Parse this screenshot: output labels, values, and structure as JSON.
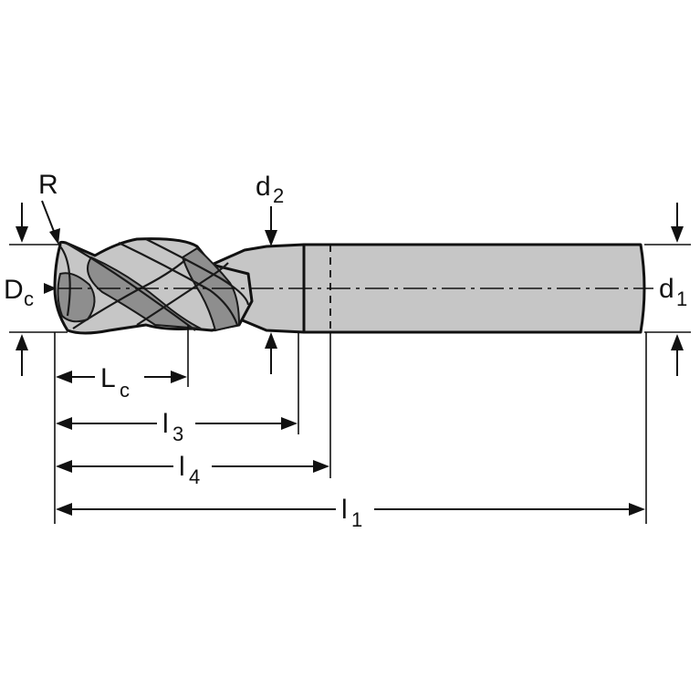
{
  "labels": {
    "R": "R",
    "Dc_main": "D",
    "Dc_sub": "c",
    "d1_main": "d",
    "d1_sub": "1",
    "d2_main": "d",
    "d2_sub": "2",
    "Lc_main": "L",
    "Lc_sub": "c",
    "l3_main": "l",
    "l3_sub": "3",
    "l4_main": "l",
    "l4_sub": "4",
    "l1_main": "l",
    "l1_sub": "1"
  },
  "colors": {
    "body": "#c6c6c6",
    "line": "#111111",
    "flute_shadow": "#8e8e8e"
  }
}
